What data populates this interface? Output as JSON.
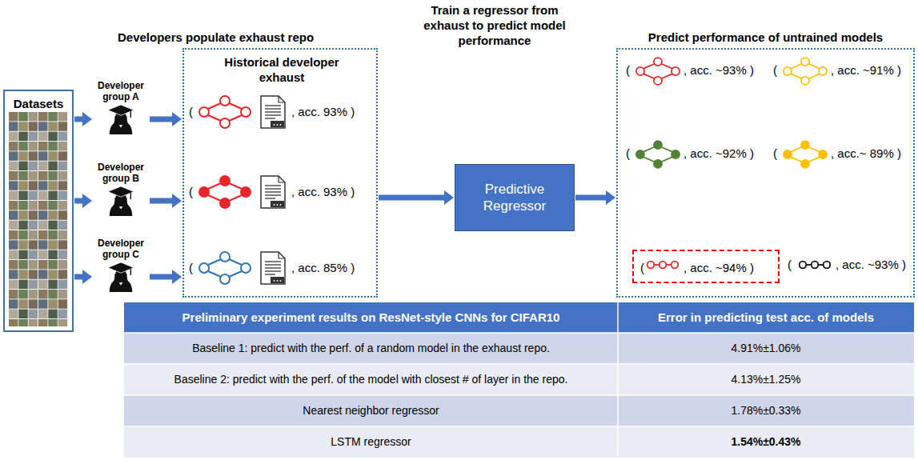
{
  "diagram": {
    "nodes": [
      {
        "text": [
          "Datasets"
        ]
      },
      {
        "text": [
          "Developer group A"
        ]
      },
      {
        "text": [
          "Developer group B"
        ]
      },
      {
        "text": [
          "Developer group C"
        ]
      },
      {
        "text": [
          "Developers populate exhaust repo",
          "Historical developer exhaust"
        ]
      },
      {
        "text": [
          "Predictive Regressor"
        ]
      },
      {
        "text": [
          "Predict performance of untrained models"
        ]
      },
      {
        "text": [
          "(",
          ", acc. ~94% )"
        ],
        "in": 6
      }
    ],
    "edges": [
      {
        "from": 0,
        "to": 1,
        "arrow": "to"
      },
      {
        "from": 0,
        "to": 2,
        "arrow": "to"
      },
      {
        "from": 0,
        "to": 3,
        "arrow": "to"
      },
      {
        "from": 1,
        "to": 4,
        "arrow": "to"
      },
      {
        "from": 2,
        "to": 4,
        "arrow": "to"
      },
      {
        "from": 3,
        "to": 4,
        "arrow": "to"
      },
      {
        "from": 4,
        "to": 5,
        "arrow": "to"
      },
      {
        "from": 5,
        "to": 6,
        "arrow": "to"
      }
    ],
    "labels": [
      "Train a regressor from exhaust to predict model performance",
      "(",
      ", acc. 93% )",
      "(",
      ", acc. 93% )",
      "(",
      ", acc. 85% )",
      "(",
      ", acc. ~93% )",
      "(",
      ", acc. ~91% )",
      "(",
      ", acc. ~92% )",
      "(",
      ", acc.~ 89% )",
      "(",
      ", acc. ~93% )",
      "Preliminary experiment results on ResNet-style CNNs for CIFAR10",
      "Error in predicting test acc. of models",
      "Baseline 1: predict with the perf. of a random model in the exhaust repo.",
      "4.91%±1.06%",
      "Baseline 2: predict with the perf. of the model with closest # of layer in the repo.",
      "4.13%±1.25%",
      "Nearest neighbor regressor",
      "1.78%±0.33%",
      "LSTM regressor",
      "1.54%±0.43%"
    ]
  }
}
